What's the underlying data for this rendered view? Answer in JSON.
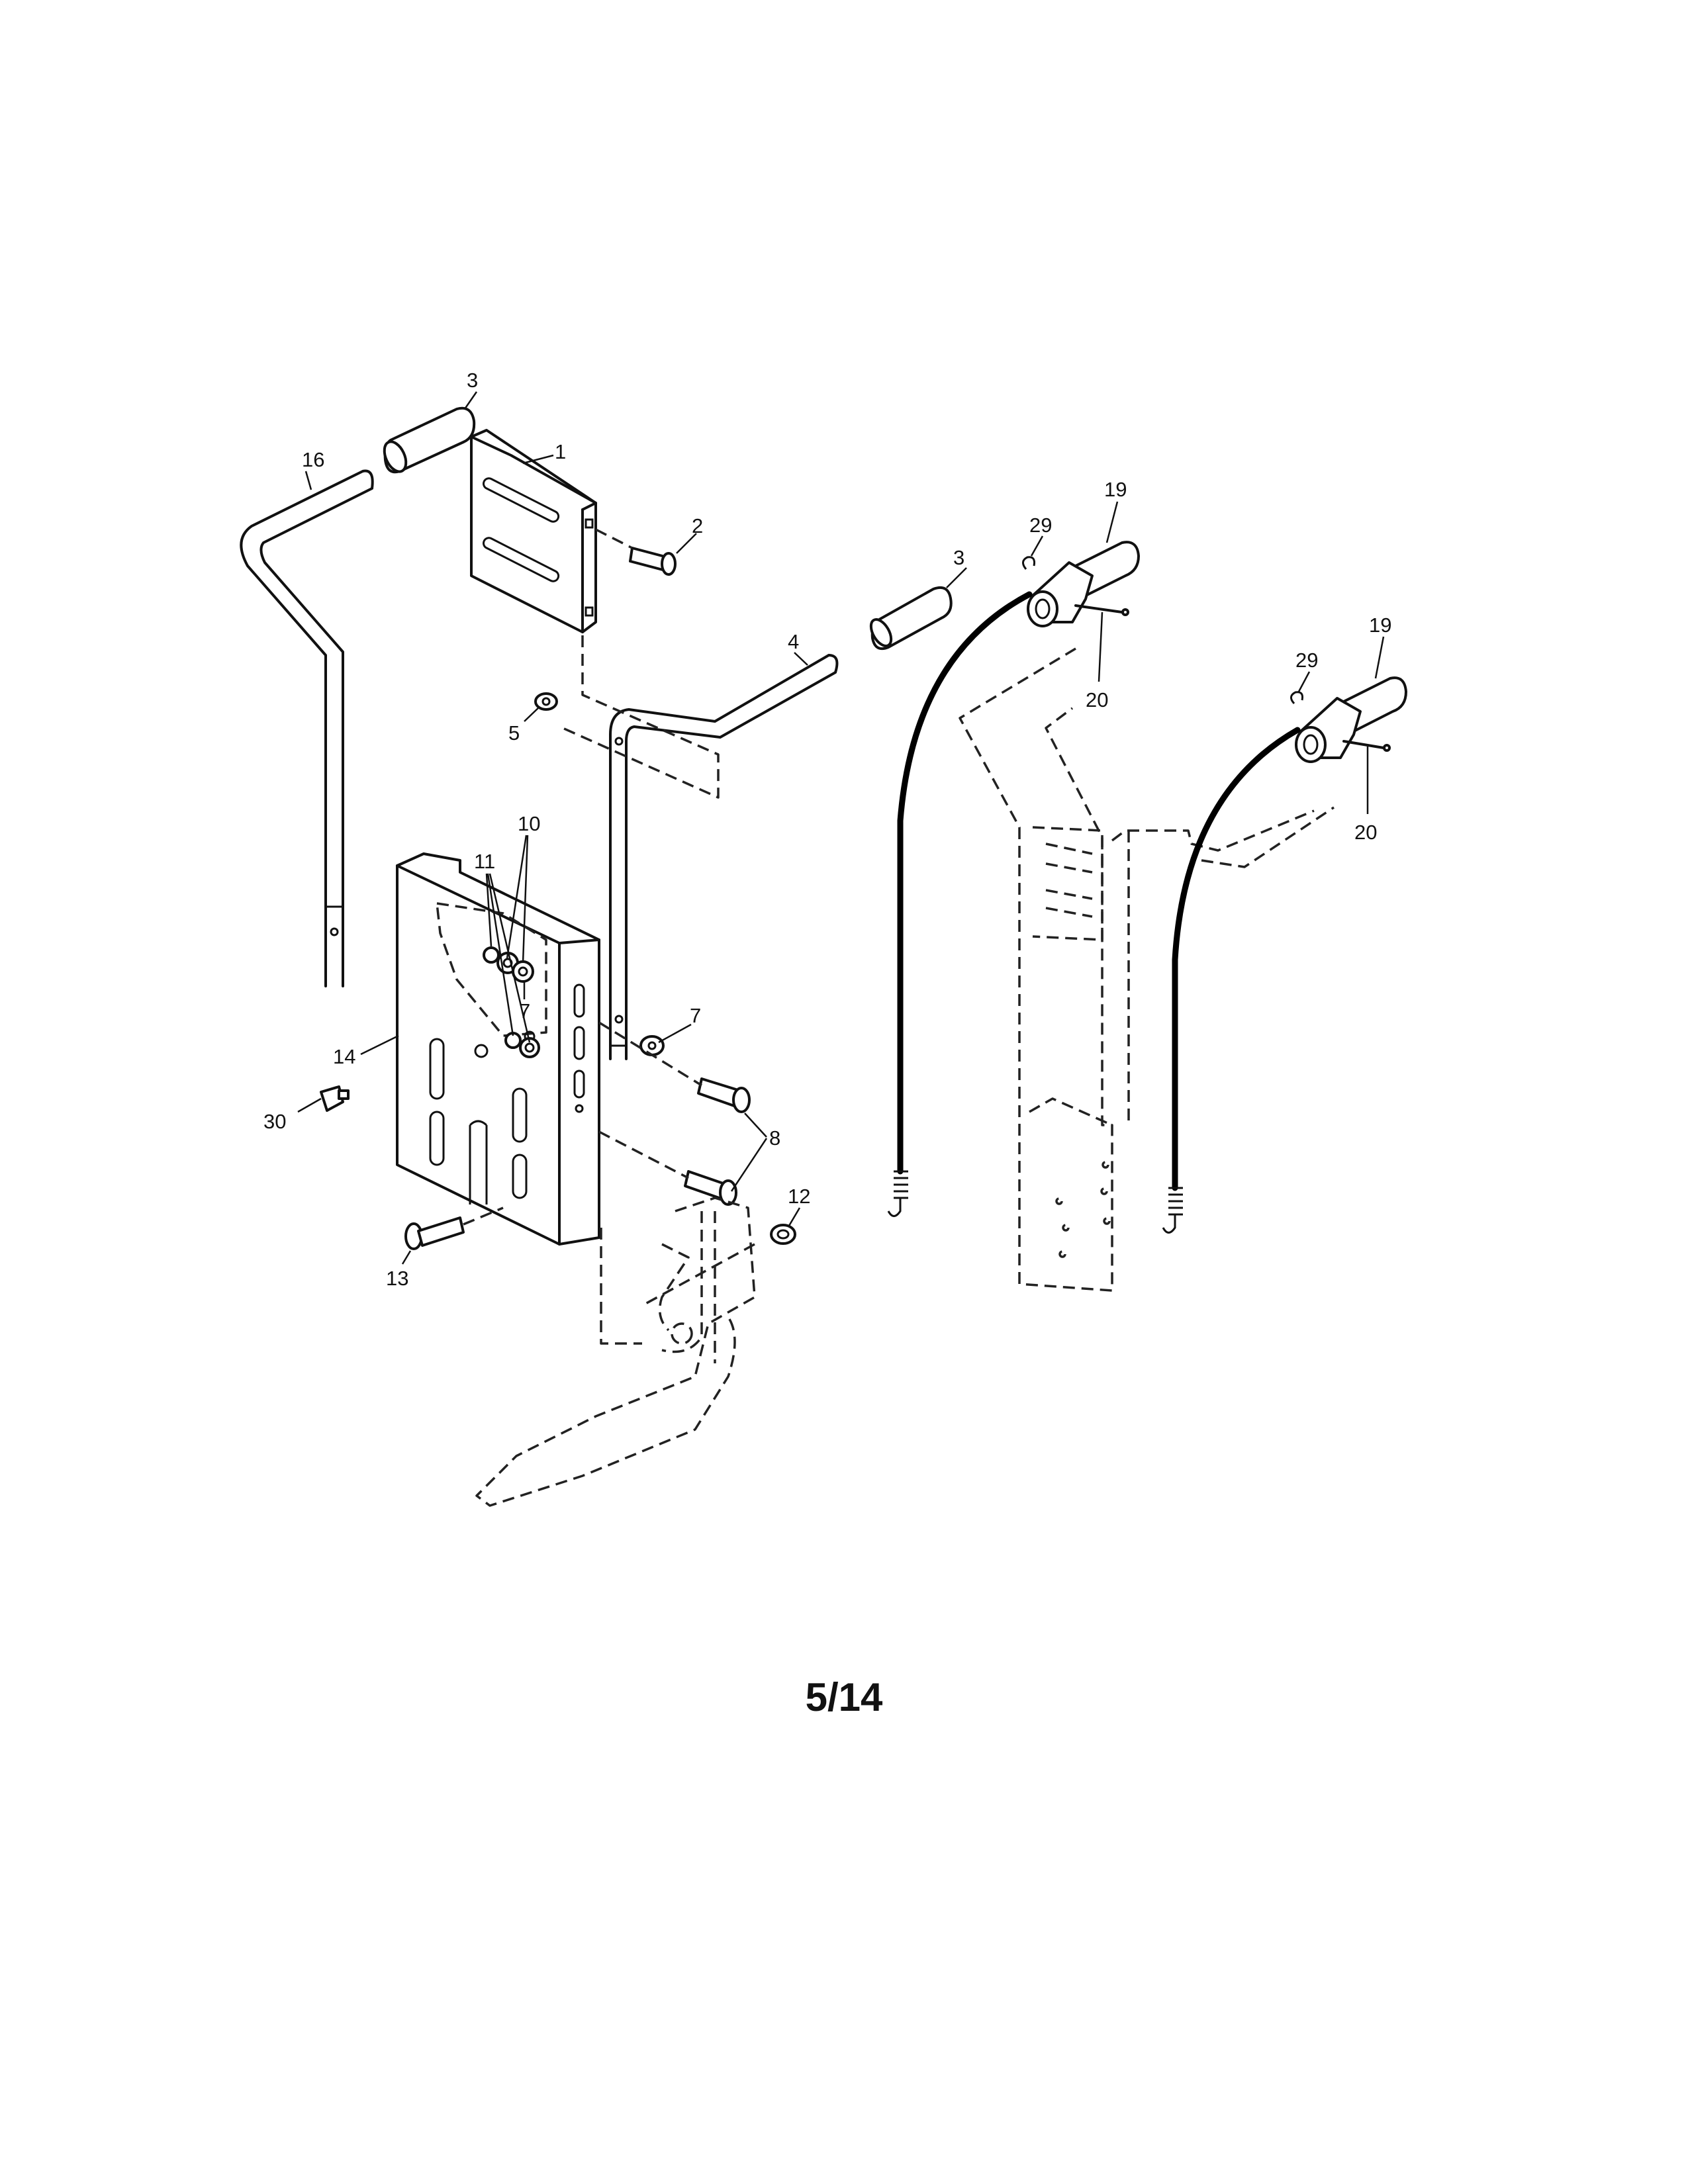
{
  "page_number": "5/14",
  "callouts": {
    "c1": "1",
    "c2": "2",
    "c3a": "3",
    "c3b": "3",
    "c4": "4",
    "c5": "5",
    "c7a": "7",
    "c7b": "7",
    "c8": "8",
    "c10": "10",
    "c11": "11",
    "c12": "12",
    "c13": "13",
    "c14": "14",
    "c16": "16",
    "c19a": "19",
    "c19b": "19",
    "c20a": "20",
    "c20b": "20",
    "c29a": "29",
    "c29b": "29",
    "c30": "30"
  }
}
